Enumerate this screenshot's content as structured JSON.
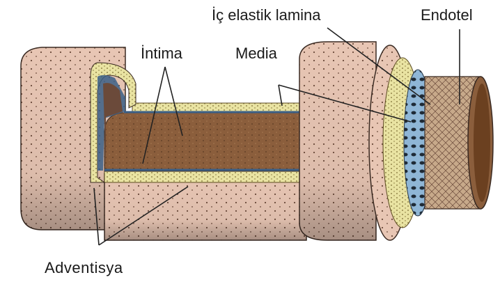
{
  "labels": {
    "intima": "İntima",
    "media": "Media",
    "inner_elastic_lamina": "İç elastik lamina",
    "endothelium": "Endotel",
    "adventitia": "Adventisya"
  },
  "colors": {
    "adventitia_pink": "#e8c6b4",
    "media_yellow": "#e9e3a2",
    "lamina_blue": "#8fb6d6",
    "lumen_brown": "#8b5e3c",
    "endothelium_tan": "#c7a98a"
  }
}
